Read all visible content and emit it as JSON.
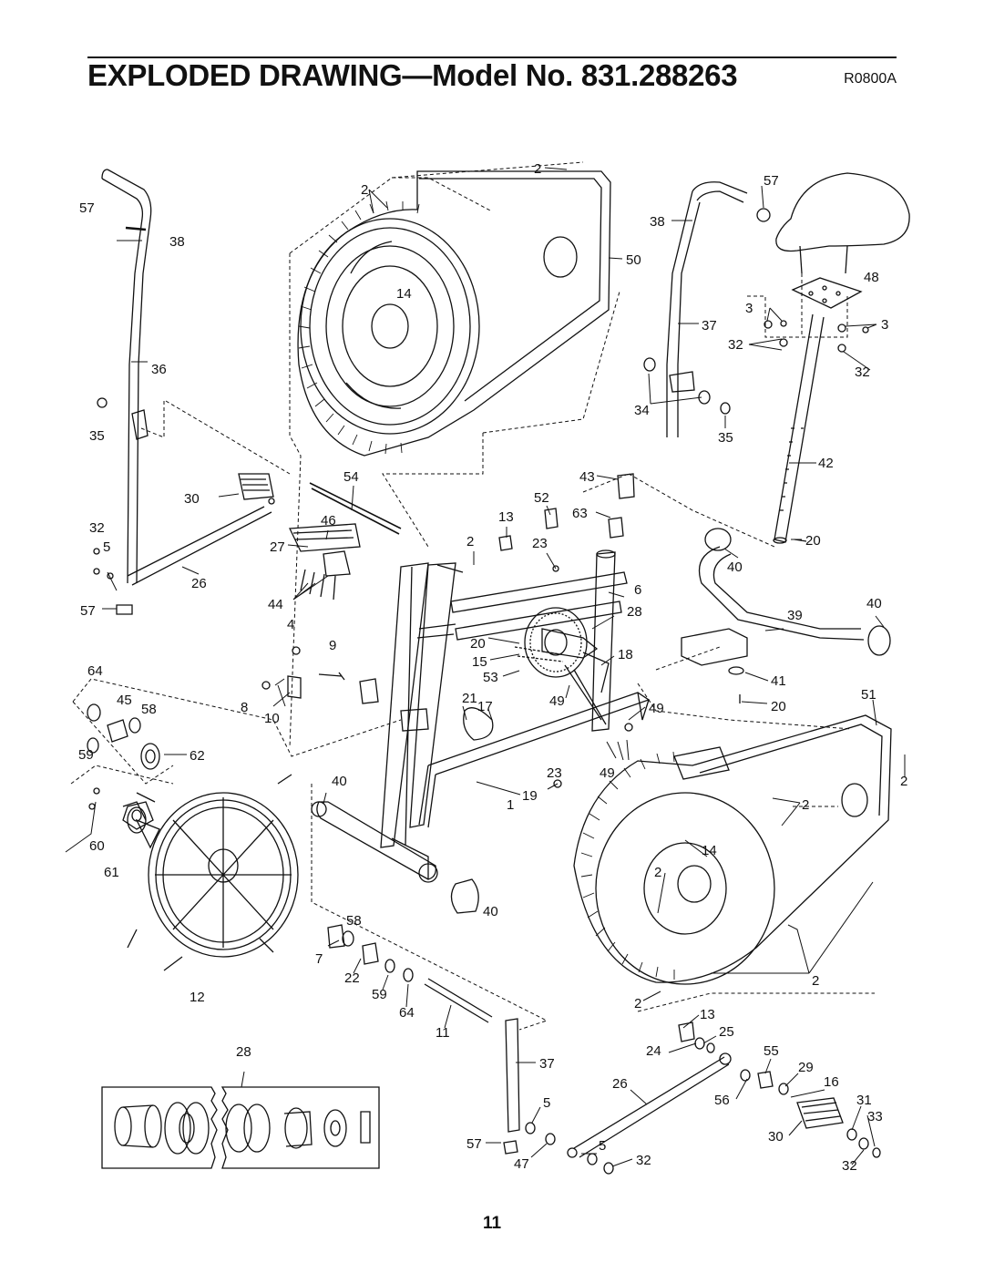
{
  "page": {
    "title": "EXPLODED DRAWING—Model No. 831.288263",
    "drawing_code": "R0800A",
    "page_number": "11"
  },
  "callouts": [
    {
      "id": "c57a",
      "text": "57"
    },
    {
      "id": "c38a",
      "text": "38"
    },
    {
      "id": "c36",
      "text": "36"
    },
    {
      "id": "c35a",
      "text": "35"
    },
    {
      "id": "c30a",
      "text": "30"
    },
    {
      "id": "c32a",
      "text": "32"
    },
    {
      "id": "c5a",
      "text": "5"
    },
    {
      "id": "c26a",
      "text": "26"
    },
    {
      "id": "c57b",
      "text": "57"
    },
    {
      "id": "c64a",
      "text": "64"
    },
    {
      "id": "c45",
      "text": "45"
    },
    {
      "id": "c58a",
      "text": "58"
    },
    {
      "id": "c59a",
      "text": "59"
    },
    {
      "id": "c62",
      "text": "62"
    },
    {
      "id": "c60",
      "text": "60"
    },
    {
      "id": "c61",
      "text": "61"
    },
    {
      "id": "c12",
      "text": "12"
    },
    {
      "id": "c28a",
      "text": "28"
    },
    {
      "id": "c2a",
      "text": "2"
    },
    {
      "id": "c2b",
      "text": "2"
    },
    {
      "id": "c14a",
      "text": "14"
    },
    {
      "id": "c50",
      "text": "50"
    },
    {
      "id": "c54",
      "text": "54"
    },
    {
      "id": "c46",
      "text": "46"
    },
    {
      "id": "c27",
      "text": "27"
    },
    {
      "id": "c44",
      "text": "44"
    },
    {
      "id": "c4",
      "text": "4"
    },
    {
      "id": "c9",
      "text": "9"
    },
    {
      "id": "c8",
      "text": "8"
    },
    {
      "id": "c10",
      "text": "10"
    },
    {
      "id": "c40a",
      "text": "40"
    },
    {
      "id": "c58b",
      "text": "58"
    },
    {
      "id": "c7",
      "text": "7"
    },
    {
      "id": "c22",
      "text": "22"
    },
    {
      "id": "c59b",
      "text": "59"
    },
    {
      "id": "c64b",
      "text": "64"
    },
    {
      "id": "c11",
      "text": "11"
    },
    {
      "id": "c37b",
      "text": "37"
    },
    {
      "id": "c5c",
      "text": "5"
    },
    {
      "id": "c57d",
      "text": "57"
    },
    {
      "id": "c47",
      "text": "47"
    },
    {
      "id": "c1",
      "text": "1"
    },
    {
      "id": "c19",
      "text": "19"
    },
    {
      "id": "c23b",
      "text": "23"
    },
    {
      "id": "c49c",
      "text": "49"
    },
    {
      "id": "c40b",
      "text": "40"
    },
    {
      "id": "c21",
      "text": "21"
    },
    {
      "id": "c17",
      "text": "17"
    },
    {
      "id": "c49a",
      "text": "49"
    },
    {
      "id": "c49b",
      "text": "49"
    },
    {
      "id": "c13a",
      "text": "13"
    },
    {
      "id": "c52",
      "text": "52"
    },
    {
      "id": "c2c",
      "text": "2"
    },
    {
      "id": "c23a",
      "text": "23"
    },
    {
      "id": "c20a",
      "text": "20"
    },
    {
      "id": "c15",
      "text": "15"
    },
    {
      "id": "c53",
      "text": "53"
    },
    {
      "id": "c43",
      "text": "43"
    },
    {
      "id": "c63",
      "text": "63"
    },
    {
      "id": "c6",
      "text": "6"
    },
    {
      "id": "c28b",
      "text": "28"
    },
    {
      "id": "c18",
      "text": "18"
    },
    {
      "id": "c57c",
      "text": "57"
    },
    {
      "id": "c38b",
      "text": "38"
    },
    {
      "id": "c37a",
      "text": "37"
    },
    {
      "id": "c34",
      "text": "34"
    },
    {
      "id": "c35b",
      "text": "35"
    },
    {
      "id": "c48",
      "text": "48"
    },
    {
      "id": "c3a",
      "text": "3"
    },
    {
      "id": "c3b",
      "text": "3"
    },
    {
      "id": "c32b",
      "text": "32"
    },
    {
      "id": "c32c",
      "text": "32"
    },
    {
      "id": "c42",
      "text": "42"
    },
    {
      "id": "c20b",
      "text": "20"
    },
    {
      "id": "c40c",
      "text": "40"
    },
    {
      "id": "c40d",
      "text": "40"
    },
    {
      "id": "c39",
      "text": "39"
    },
    {
      "id": "c41",
      "text": "41"
    },
    {
      "id": "c20c",
      "text": "20"
    },
    {
      "id": "c51",
      "text": "51"
    },
    {
      "id": "c2d",
      "text": "2"
    },
    {
      "id": "c2e",
      "text": "2"
    },
    {
      "id": "c14b",
      "text": "14"
    },
    {
      "id": "c2f",
      "text": "2"
    },
    {
      "id": "c2g",
      "text": "2"
    },
    {
      "id": "c2h",
      "text": "2"
    },
    {
      "id": "c13b",
      "text": "13"
    },
    {
      "id": "c25",
      "text": "25"
    },
    {
      "id": "c24",
      "text": "24"
    },
    {
      "id": "c55",
      "text": "55"
    },
    {
      "id": "c26b",
      "text": "26"
    },
    {
      "id": "c29",
      "text": "29"
    },
    {
      "id": "c16",
      "text": "16"
    },
    {
      "id": "c56",
      "text": "56"
    },
    {
      "id": "c31",
      "text": "31"
    },
    {
      "id": "c33",
      "text": "33"
    },
    {
      "id": "c30b",
      "text": "30"
    },
    {
      "id": "c5b",
      "text": "5"
    },
    {
      "id": "c32d",
      "text": "32"
    },
    {
      "id": "c32e",
      "text": "32"
    }
  ]
}
